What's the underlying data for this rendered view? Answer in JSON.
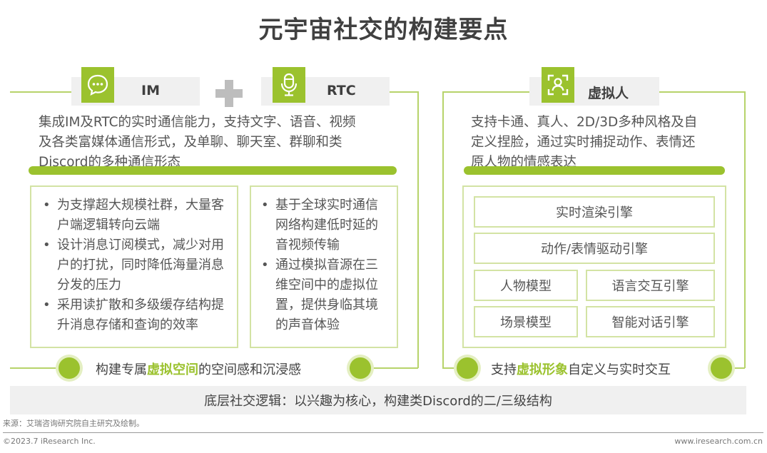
{
  "title": "元宇宙社交的构建要点",
  "left_panel": {
    "im": {
      "label": "IM",
      "icon": "chat-bubble-icon"
    },
    "plus_icon": "plus-icon",
    "rtc": {
      "label": "RTC",
      "icon": "microphone-icon"
    },
    "description_lines": [
      "集成IM及RTC的实时通信能力，支持文字、语音、视频",
      "及各类富媒体通信形式，及单聊、聊天室、群聊和类",
      "Discord的多种通信形态"
    ],
    "im_points": [
      "为支撑超大规模社群，大量客户端逻辑转向云端",
      "设计消息订阅模式，减少对用户的打扰，同时降低海量消息分发的压力",
      "采用读扩散和多级缓存结构提升消息存储和查询的效率"
    ],
    "rtc_points": [
      "基于全球实时通信网络构建低时延的音视频传输",
      "通过模拟音源在三维空间中的虚拟位置，提供身临其境的声音体验"
    ],
    "caption": {
      "prefix": "构建专属",
      "highlight": "虚拟空间",
      "suffix": "的空间感和沉浸感"
    }
  },
  "right_panel": {
    "header": {
      "label": "虚拟人",
      "icon": "face-scan-icon"
    },
    "description_lines": [
      "支持卡通、真人、2D/3D多种风格及自",
      "定义捏脸，通过实时捕捉动作、表情还",
      "原人物的情感表达"
    ],
    "engines": {
      "row1": "实时渲染引擎",
      "row2": "动作/表情驱动引擎",
      "row3_left": "人物模型",
      "row3_right": "语言交互引擎",
      "row4_left": "场景模型",
      "row4_right": "智能对话引擎"
    },
    "caption": {
      "prefix": "支持",
      "highlight": "虚拟形象",
      "suffix": "自定义与实时交互"
    }
  },
  "bottom_bar": "底层社交逻辑：以兴趣为核心，构建类Discord的二/三级结构",
  "source": "来源：艾瑞咨询研究院自主研究及绘制。",
  "copyright": "©2023.7 iResearch Inc.",
  "website": "www.iresearch.com.cn",
  "colors": {
    "accent_green": "#9bc22e",
    "light_green": "#d3e3a4",
    "chip_gray": "#f0f0f0",
    "text_dark": "#404040"
  }
}
